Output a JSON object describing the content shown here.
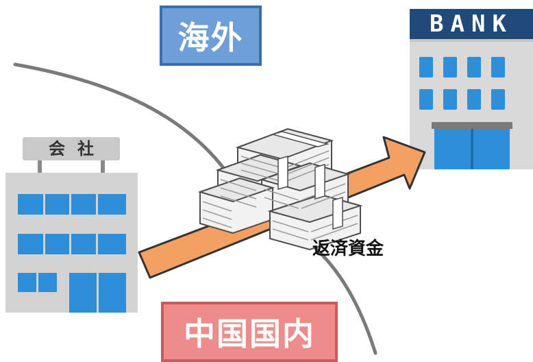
{
  "labels": {
    "overseas": "海外",
    "domestic": "中国国内",
    "repayment_funds": "返済資金"
  },
  "bank": {
    "sign": "BANK"
  },
  "company": {
    "sign": "会社"
  },
  "icons": [
    "bank-building-icon",
    "company-building-icon",
    "money-stacks-icon",
    "arrow-icon"
  ],
  "colors": {
    "overseas_fill": "#6e9fd8",
    "domestic_fill": "#ee8b8b",
    "arrow": "#f4a062",
    "bank_sign": "#1f4a7a",
    "window_blue": "#2f8ed8"
  }
}
